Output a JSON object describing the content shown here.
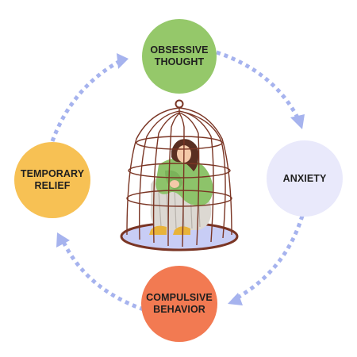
{
  "colors": {
    "obsessive": "#95c86a",
    "anxiety": "#e9e9fb",
    "compulsive": "#f27a52",
    "temporary": "#f7c154",
    "arrows": "#a6b3ee",
    "cage": "#7a3524",
    "sweater": "#8dc36a",
    "pants": "#dcd8d2",
    "hair": "#5a2f22",
    "floor": "#c8cdf5"
  },
  "nodes": {
    "obsessive": {
      "line1": "OBSESSIVE",
      "line2": "THOUGHT"
    },
    "anxiety": {
      "line1": "ANXIETY"
    },
    "compulsive": {
      "line1": "COMPULSIVE",
      "line2": "BEHAVIOR"
    },
    "temporary": {
      "line1": "TEMPORARY",
      "line2": "RELIEF"
    }
  },
  "illustration": {
    "subject": "woman-in-birdcage-illustration"
  }
}
